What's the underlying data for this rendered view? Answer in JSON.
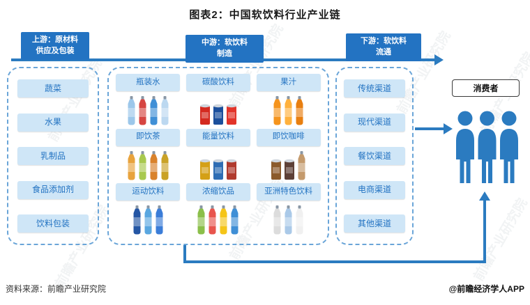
{
  "title": "图表2：中国软饮料行业产业链",
  "stages": {
    "upstream": {
      "line1": "上游：原材料",
      "line2": "供应及包装"
    },
    "midstream": {
      "line1": "中游：软饮料",
      "line2": "制造"
    },
    "downstream": {
      "line1": "下游：软饮料",
      "line2": "流通"
    }
  },
  "upstream": {
    "items": [
      "蔬菜",
      "水果",
      "乳制品",
      "食品添加剂",
      "饮料包装"
    ]
  },
  "midstream": {
    "categories": [
      {
        "label": "瓶装水",
        "products": [
          {
            "shape": "bottle",
            "color": "#9cc7ea"
          },
          {
            "shape": "bottle",
            "color": "#d64541"
          },
          {
            "shape": "bottle",
            "color": "#3f8fd6"
          },
          {
            "shape": "bottle",
            "color": "#bcd8f0"
          }
        ]
      },
      {
        "label": "碳酸饮料",
        "products": [
          {
            "shape": "can",
            "color": "#d42a20"
          },
          {
            "shape": "can",
            "color": "#1b4f9c"
          },
          {
            "shape": "can",
            "color": "#e2342a"
          }
        ]
      },
      {
        "label": "果汁",
        "products": [
          {
            "shape": "bottle",
            "color": "#f5941d"
          },
          {
            "shape": "bottle",
            "color": "#ffb13d"
          },
          {
            "shape": "bottle",
            "color": "#e87f10"
          }
        ]
      },
      {
        "label": "即饮茶",
        "products": [
          {
            "shape": "bottle",
            "color": "#e8a33d"
          },
          {
            "shape": "bottle",
            "color": "#a8c94e"
          },
          {
            "shape": "bottle",
            "color": "#d9822b"
          },
          {
            "shape": "bottle",
            "color": "#c9a227"
          }
        ]
      },
      {
        "label": "能量饮料",
        "products": [
          {
            "shape": "can",
            "color": "#d4a017"
          },
          {
            "shape": "can",
            "color": "#2e6db4"
          },
          {
            "shape": "can",
            "color": "#b03a2e"
          }
        ]
      },
      {
        "label": "即饮咖啡",
        "products": [
          {
            "shape": "can",
            "color": "#8b5a2b"
          },
          {
            "shape": "can",
            "color": "#5d4037"
          },
          {
            "shape": "bottle",
            "color": "#c49a6c"
          }
        ]
      },
      {
        "label": "运动饮料",
        "products": [
          {
            "shape": "bottle",
            "color": "#2456a4"
          },
          {
            "shape": "bottle",
            "color": "#5aa7e0"
          },
          {
            "shape": "bottle",
            "color": "#3b7dd8"
          }
        ]
      },
      {
        "label": "浓缩饮品",
        "products": [
          {
            "shape": "bottle",
            "color": "#8bbf4a"
          },
          {
            "shape": "bottle",
            "color": "#e8554d"
          },
          {
            "shape": "bottle",
            "color": "#f5c518"
          },
          {
            "shape": "bottle",
            "color": "#3f8fd6"
          }
        ]
      },
      {
        "label": "亚洲特色饮料",
        "products": [
          {
            "shape": "bottle",
            "color": "#dcdcdc"
          },
          {
            "shape": "bottle",
            "color": "#aac9e8"
          },
          {
            "shape": "bottle",
            "color": "#f0f0f0"
          }
        ]
      }
    ]
  },
  "downstream": {
    "items": [
      "传统渠道",
      "现代渠道",
      "餐饮渠道",
      "电商渠道",
      "其他渠道"
    ]
  },
  "consumer": {
    "label": "消费者"
  },
  "footer": {
    "source": "资料来源：前瞻产业研究院",
    "credit": "@前瞻经济学人APP"
  },
  "watermark": {
    "text": "前瞻产业研究院"
  },
  "colors": {
    "accent_blue": "#2373c2",
    "arrow_blue": "#2b7bc0",
    "light_blue_bg": "#cfe6f7",
    "dashed_border": "#6aa5d8"
  }
}
